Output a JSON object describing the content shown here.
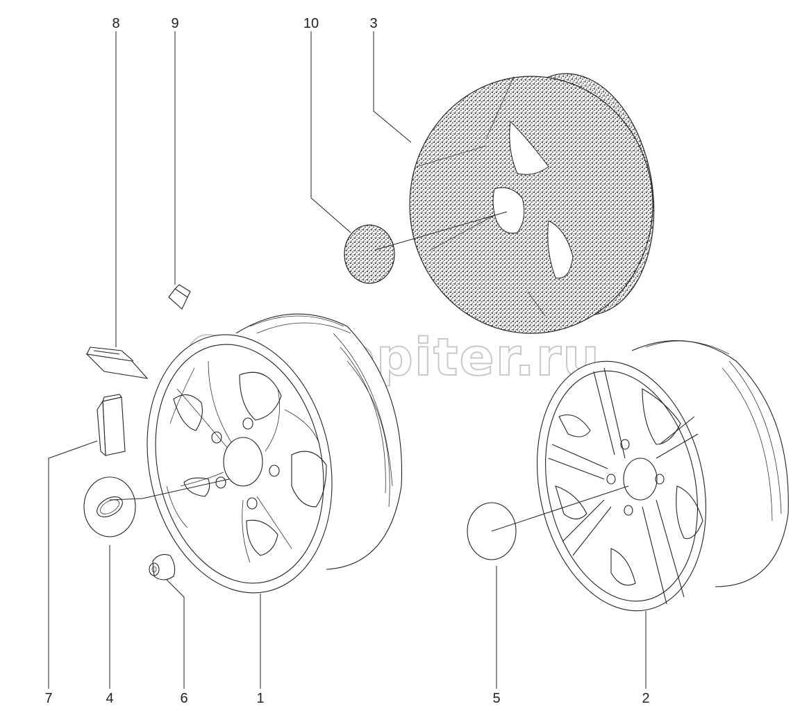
{
  "watermark": {
    "text": "autopiter.ru"
  },
  "callouts": {
    "c1": "1",
    "c2": "2",
    "c3": "3",
    "c4": "4",
    "c5": "5",
    "c6": "6",
    "c7": "7",
    "c8": "8",
    "c9": "9",
    "c10": "10"
  }
}
